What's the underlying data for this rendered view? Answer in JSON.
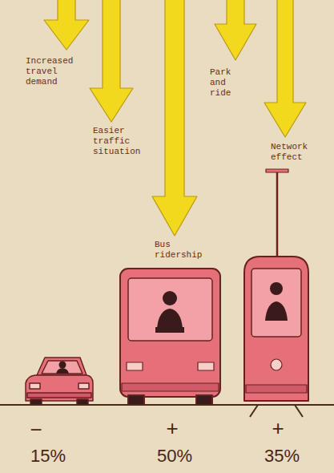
{
  "diagram": {
    "labels": [
      "Increased travel demand",
      "Park and ride",
      "Easier traffic situation",
      "Network effect",
      "Bus ridership",
      "−",
      "+",
      "+",
      "15%",
      "50%",
      "35%"
    ]
  }
}
